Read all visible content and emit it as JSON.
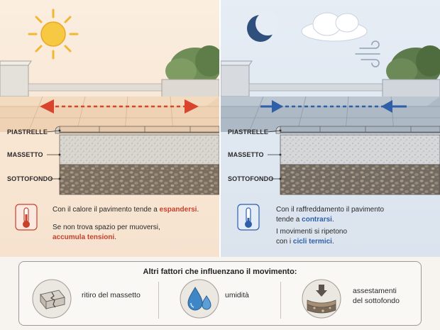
{
  "day": {
    "layers": [
      "PIASTRELLE",
      "MASSETTO",
      "SOTTOFONDO"
    ],
    "text1_pre": "Con il calore il pavimento tende a ",
    "text1_hl": "espandersi",
    "text1_post": ".",
    "text2_pre": "Se non trova spazio per muoversi,",
    "text2_hl": "accumula tensioni",
    "text2_post": ".",
    "accent": "#c8412d"
  },
  "night": {
    "layers": [
      "PIASTRELLE",
      "MASSETTO",
      "SOTTOFONDO"
    ],
    "text1_line1": "Con il raffreddamento il pavimento",
    "text1_pre": "tende a ",
    "text1_hl": "contrarsi",
    "text1_post": ".",
    "text2_line1": "I movimenti si ripetono",
    "text2_pre": "con i ",
    "text2_hl": "cicli termici",
    "text2_post": ".",
    "accent": "#2e5fa8"
  },
  "factors": {
    "title": "Altri fattori che influenzano il movimento:",
    "items": [
      {
        "icon": "cracked-screed-icon",
        "label": "ritiro del massetto"
      },
      {
        "icon": "water-drops-icon",
        "label": "umidità"
      },
      {
        "icon": "settling-ground-icon",
        "label_line1": "assestamenti",
        "label_line2": "del sottofondo"
      }
    ]
  }
}
